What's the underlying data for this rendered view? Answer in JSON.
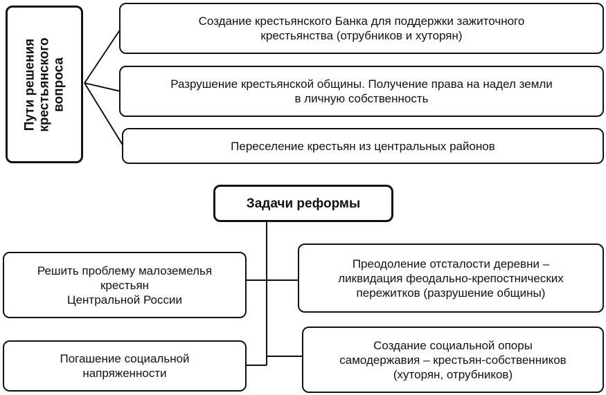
{
  "paths": {
    "title": "Пути решения\nкрестьянского\nвопроса",
    "items": [
      "Создание крестьянского Банка для поддержки зажиточного\nкрестьянства (отрубников и хуторян)",
      "Разрушение крестьянской общины. Получение права на надел земли\nв личную собственность",
      "Переселение крестьян из центральных районов"
    ]
  },
  "tasks": {
    "title": "Задачи реформы",
    "left": [
      "Решить проблему малоземелья\nкрестьян\nЦентральной России",
      "Погашение социальной\nнапряженности"
    ],
    "right": [
      "Преодоление отсталости деревни –\nликвидация феодально-крепостнических\nпережитков (разрушение общины)",
      "Создание социальной опоры\nсамодержавия – крестьян-собственников\n(хуторян, отрубников)"
    ]
  }
}
